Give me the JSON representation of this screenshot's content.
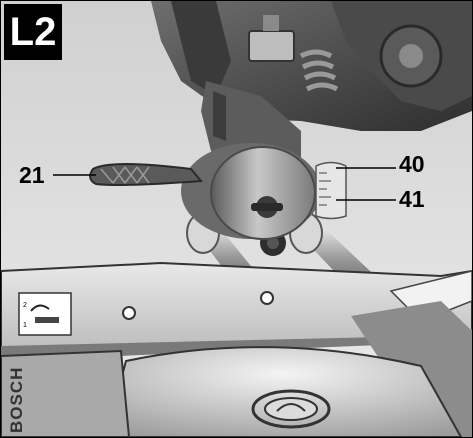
{
  "step_label": "L2",
  "callouts": {
    "c21": "21",
    "c40": "40",
    "c41": "41"
  },
  "brand_text": "BOSCH",
  "decal": {
    "line1": "2",
    "line2": "1"
  }
}
